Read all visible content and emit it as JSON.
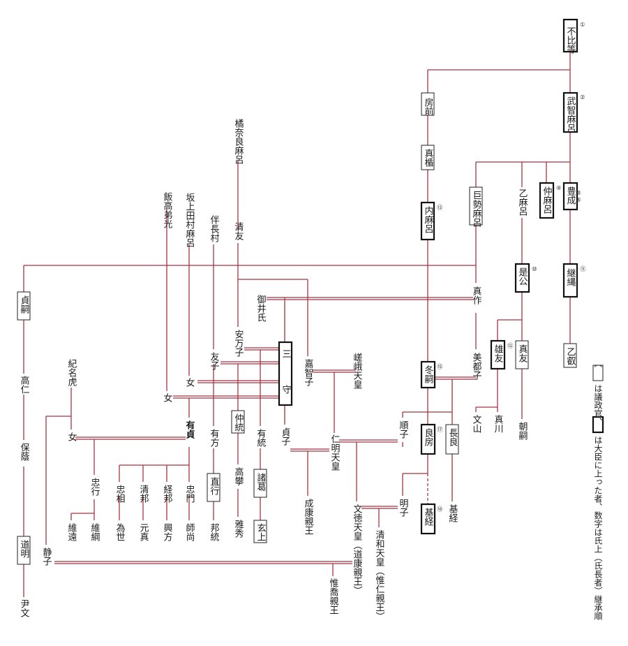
{
  "diagram": {
    "legend_sangi": "は議政官、",
    "legend_daijin": "は大臣に上った者、数字は氏上（氏長者）継承順",
    "persons": {
      "fuhito": "不比等",
      "fusasaki": "房前",
      "muchimaro": "武智麻呂",
      "matate": "真楯",
      "uchimaro": "内麻呂",
      "koseimaro": "巨勢麻呂",
      "otomaro": "乙麻呂",
      "nakamaro": "仲麻呂",
      "toyonari": "豊成",
      "korekimi": "是公",
      "tsugutada": "継縄",
      "otoeda": "乙叡",
      "masatomo": "真友",
      "otomo": "雄友",
      "mitsuko": "美都子",
      "fuyutsugu": "冬嗣",
      "yoshifusa": "良房",
      "nagara": "長良",
      "motozune": "基経",
      "bunzan": "文山",
      "shinsen": "真川",
      "asatsugu": "朝嗣",
      "mamoru": "三守",
      "manatsu": "真作",
      "tachibananaramaro": "橘奈良麻呂",
      "kiyotomo": "清友",
      "kachiko": "嘉智子",
      "saga": "嵯峨天皇",
      "ninmyo": "仁明天皇",
      "junshi": "順子",
      "meishi": "明子",
      "montoku": "文徳天皇（道康親王）",
      "seiwa": "清和天皇（惟仁親王）",
      "koretaka": "惟喬親王",
      "teishi": "貞子",
      "narimasa": "成康親王",
      "miishi": "御井氏",
      "ayaimarako": "安万子",
      "tomoko": "友子",
      "tomonagamura": "伴長村",
      "sakanoue": "坂上田村麻呂",
      "iitaka": "飯高弟光",
      "musume1": "女",
      "musume2": "女",
      "arisada": "有貞",
      "arikata": "有方",
      "nakamune": "仲統",
      "arimune": "有統",
      "morokuzu": "諸葛",
      "naoyuki": "直行",
      "koukei": "高攀",
      "gensei": "玄上",
      "hoto": "邦統",
      "gashu": "雅秀",
      "tadakado": "忠門",
      "shoushou": "師尚",
      "keiho": "経邦",
      "kouhou": "興方",
      "kiyokuni": "清邦",
      "gensei2": "元真",
      "tadasuke": "忠相",
      "isei": "為世",
      "tadayuki": "忠行",
      "koreto": "維遠",
      "koretsuna": "維綱",
      "kinomatora": "紀名虎",
      "musume3": "女",
      "shizuko": "静子",
      "sadatsugu": "貞嗣",
      "takahito": "高仁",
      "yasukage": "保蔭",
      "michiaki": "道明",
      "inbun": "尹文"
    },
    "order_marks": [
      "①",
      "②",
      "③⑤",
      "④",
      "⑩",
      "⑪",
      "⑫",
      "⑬",
      "⑮",
      "⑰",
      "⑱"
    ]
  }
}
